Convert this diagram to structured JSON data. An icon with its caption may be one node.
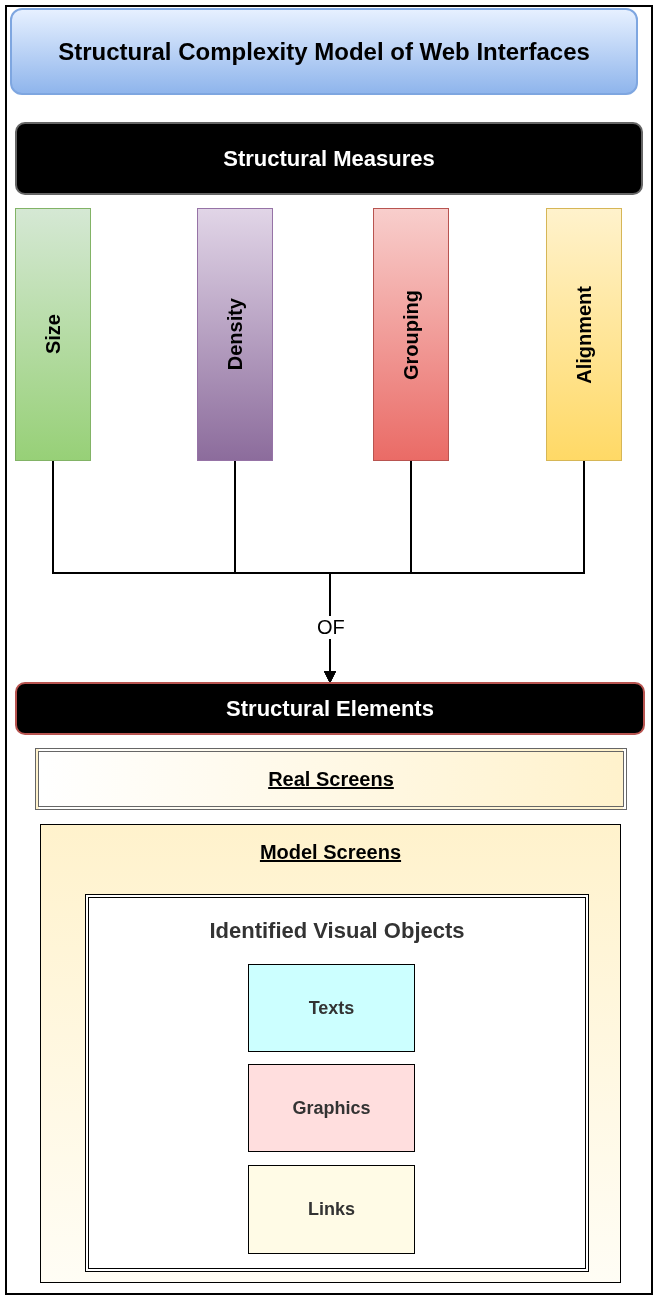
{
  "diagram": {
    "nodes": [
      {
        "text": [
          "Structural Complexity Model of Web Interfaces"
        ]
      },
      {
        "text": [
          "Structural Measures"
        ]
      },
      {
        "text": [
          "Size"
        ]
      },
      {
        "text": [
          "Density"
        ]
      },
      {
        "text": [
          "Grouping"
        ]
      },
      {
        "text": [
          "Alignment"
        ]
      },
      {
        "text": [
          "Structural Elements"
        ]
      },
      {
        "text": [
          "Real Screens"
        ]
      },
      {
        "text": [
          "Model Screens"
        ]
      },
      {
        "text": [
          "Identified Visual Objects"
        ],
        "in": 8
      },
      {
        "text": [
          "Texts"
        ],
        "in": 9
      },
      {
        "text": [
          "Graphics"
        ],
        "in": 9
      },
      {
        "text": [
          "Links"
        ],
        "in": 9
      }
    ],
    "edges": [
      {
        "from": 2,
        "to": 6,
        "arrow": "to",
        "label": "OF"
      },
      {
        "from": 3,
        "to": 6,
        "arrow": "to"
      },
      {
        "from": 4,
        "to": 6,
        "arrow": "to"
      },
      {
        "from": 5,
        "to": 6,
        "arrow": "to"
      }
    ]
  }
}
